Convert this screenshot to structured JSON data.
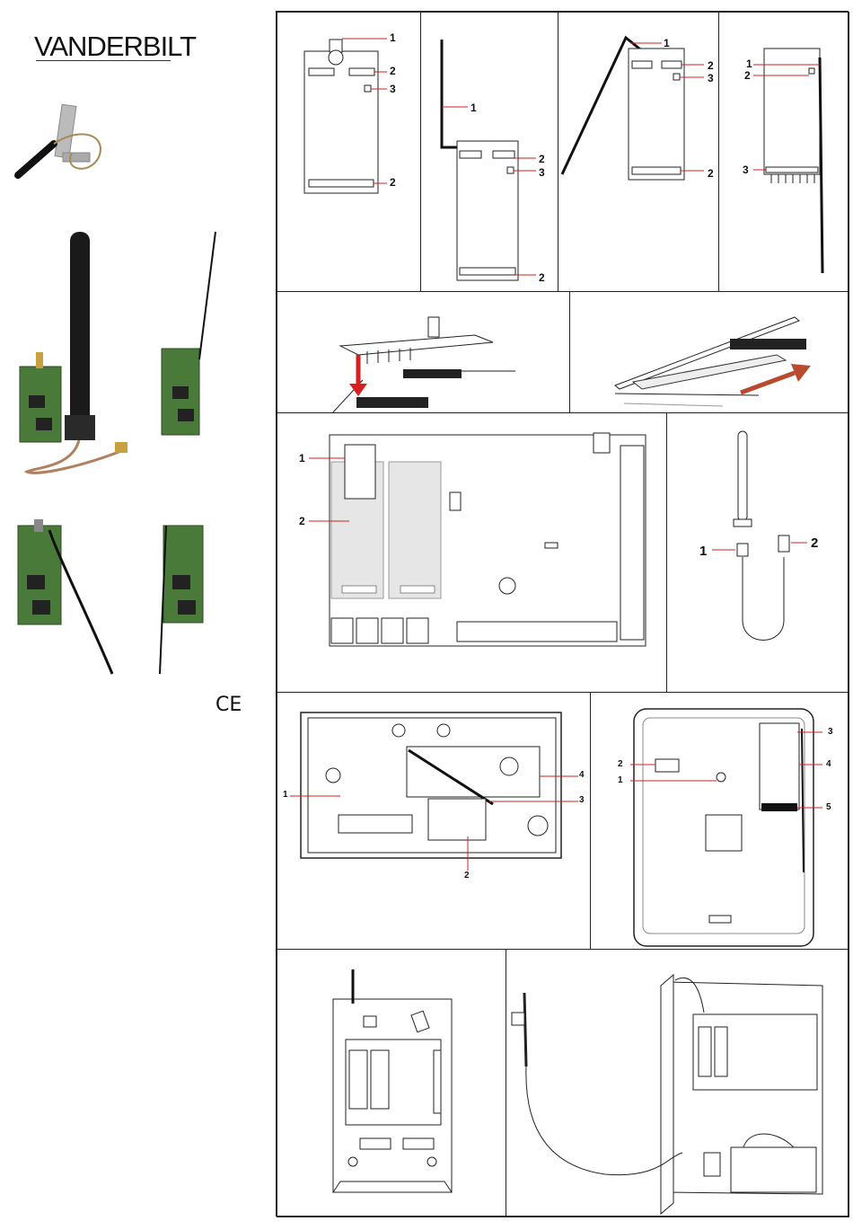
{
  "brand": {
    "logo_text": "VANDERBILT"
  },
  "marks": {
    "ce": "CE"
  },
  "figures": {
    "a": {
      "callouts": [
        "1",
        "2",
        "3",
        "2"
      ]
    },
    "b": {
      "callouts": [
        "1",
        "2",
        "3",
        "2"
      ]
    },
    "c": {
      "callouts": [
        "1",
        "2",
        "3",
        "2"
      ]
    },
    "d": {
      "callouts": [
        "1",
        "2",
        "3"
      ]
    },
    "panel_board": {
      "callouts": [
        "1",
        "2"
      ]
    },
    "antenna_kit": {
      "callouts": [
        "1",
        "2"
      ]
    },
    "housing_small": {
      "callouts": [
        "1",
        "4",
        "3",
        "2"
      ]
    },
    "housing_large": {
      "callouts": [
        "3",
        "2",
        "4",
        "1",
        "5"
      ]
    }
  },
  "colors": {
    "callout_line": "#cc2222",
    "arrow_red": "#d62020",
    "arrow_rust": "#b84a30",
    "board_green": "#4a7a3a",
    "panel_gray": "#e6e6e6"
  }
}
